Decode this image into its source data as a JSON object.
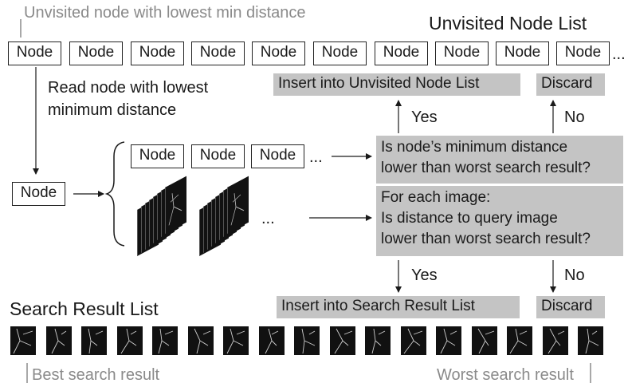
{
  "top_caption": "Unvisited node with lowest min distance",
  "unvisited_title": "Unvisited Node List",
  "node_label": "Node",
  "ellipsis": "...",
  "read_node_label": [
    "Read node with lowest",
    "minimum distance"
  ],
  "insert_unvisited": "Insert into Unvisited Node List",
  "discard": "Discard",
  "yes": "Yes",
  "no": "No",
  "question_node": [
    "Is node’s minimum distance",
    "lower than worst search result?"
  ],
  "question_image": [
    "For each image:",
    "Is distance to query image",
    "lower than worst search result?"
  ],
  "search_result_title": "Search Result List",
  "insert_search": "Insert into Search Result List",
  "best_label": "Best search result",
  "worst_label": "Worst search result",
  "colors": {
    "gray_box": "#c4c4c4",
    "caption_gray": "#8a8a8a",
    "image_dark": "#111111"
  }
}
